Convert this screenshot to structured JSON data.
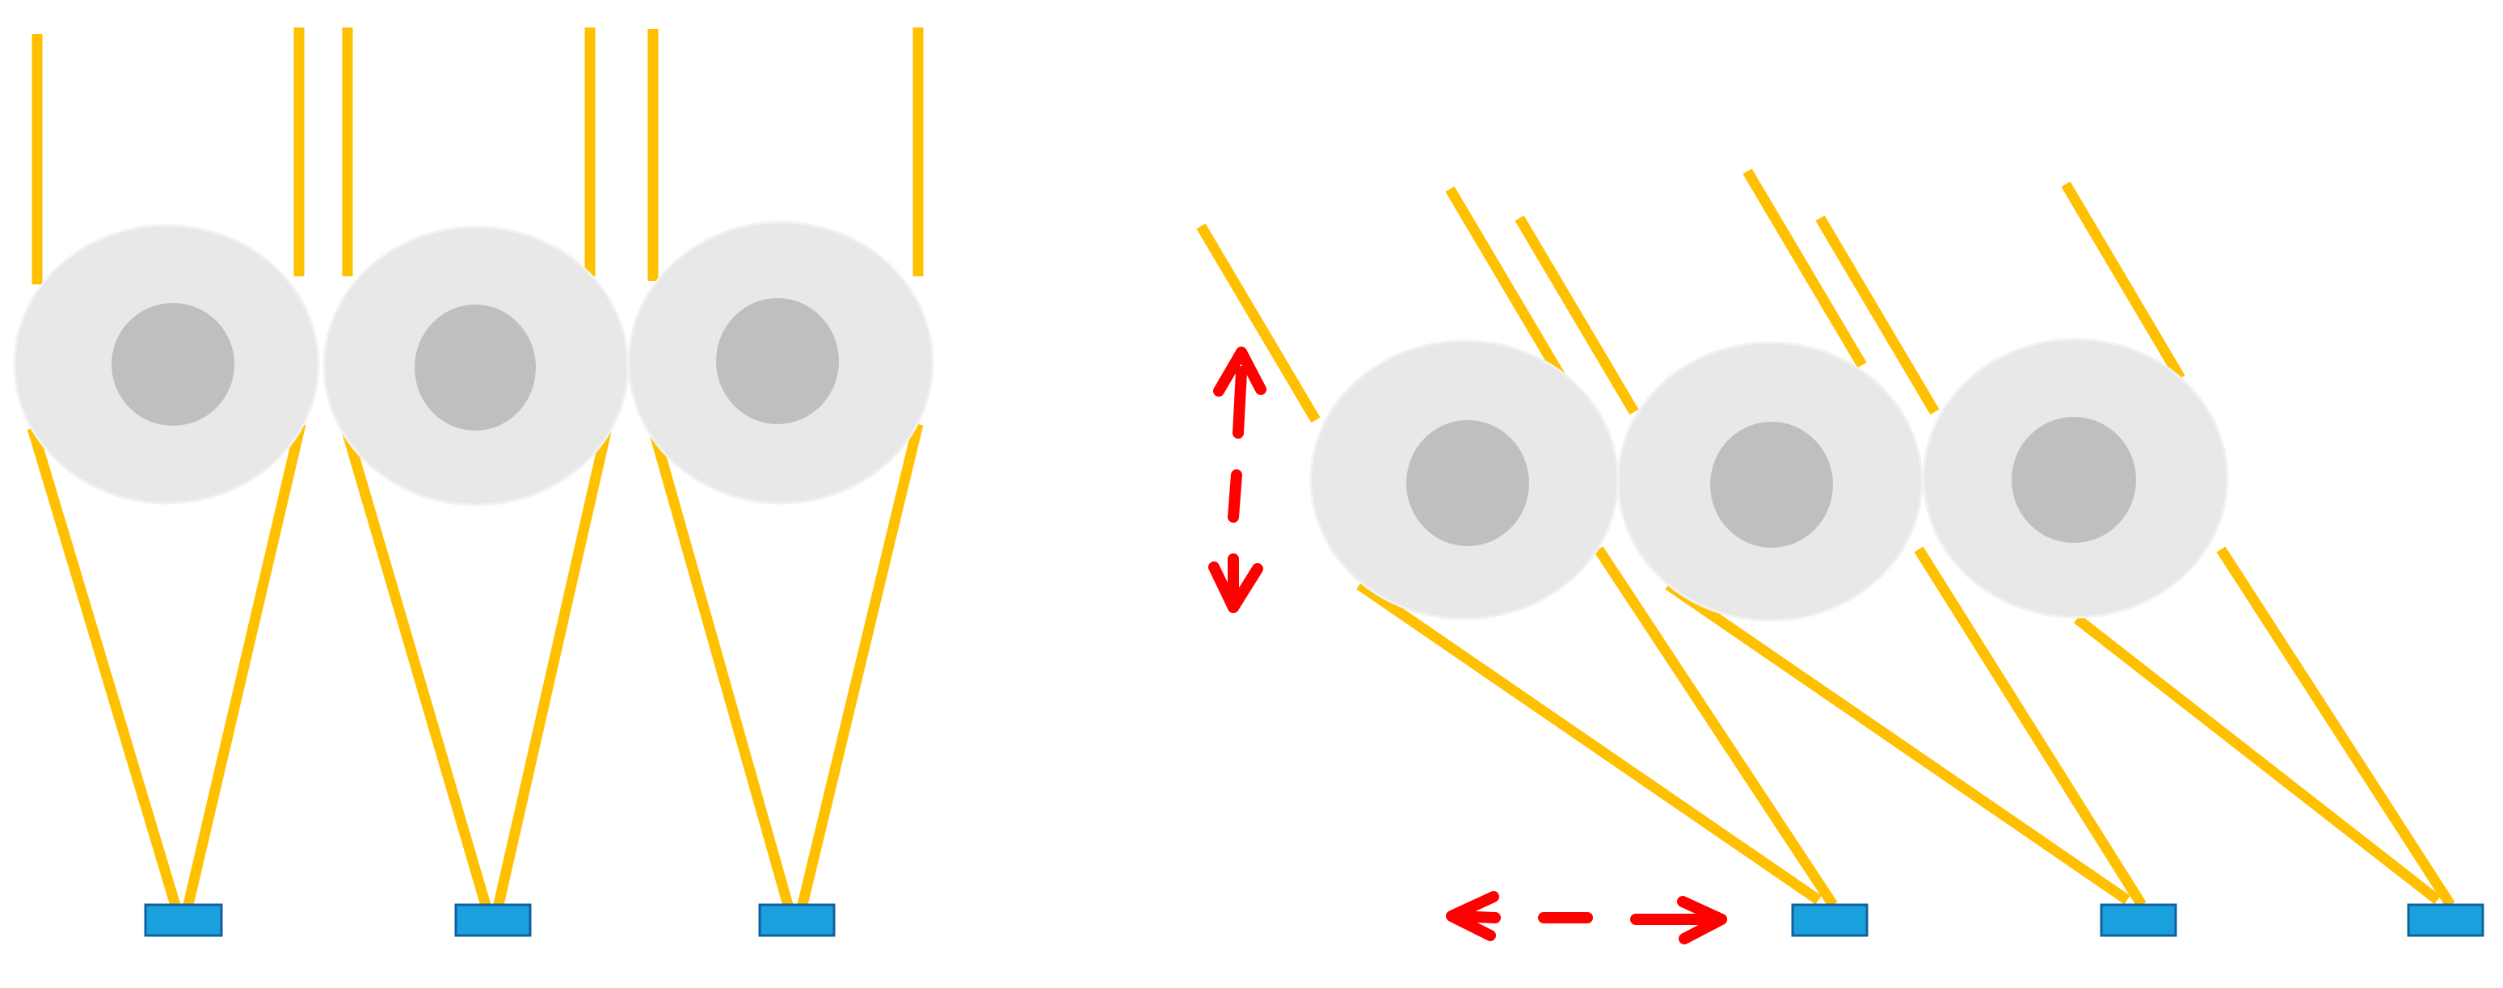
{
  "diagram": {
    "colors": {
      "background": "#ffffff",
      "strand": "#ffc000",
      "pulley_outer": "#e8e8e8",
      "pulley_hub": "#bfbfbf",
      "anchor": "#1aa0dc",
      "anchor_border": "#1060a0",
      "arrow": "#ff0000"
    },
    "panels": [
      {
        "name": "left-panel-vertical-arrangement",
        "pulley_count": 3,
        "anchor_count": 3
      },
      {
        "name": "right-panel-inclined-arrangement",
        "pulley_count": 3,
        "anchor_count": 3
      }
    ],
    "annotations": [
      {
        "name": "vertical-double-arrow",
        "icon": "double-headed-dashed-arrow",
        "direction": "vertical"
      },
      {
        "name": "horizontal-double-arrow",
        "icon": "double-headed-dashed-arrow",
        "direction": "horizontal"
      }
    ]
  }
}
